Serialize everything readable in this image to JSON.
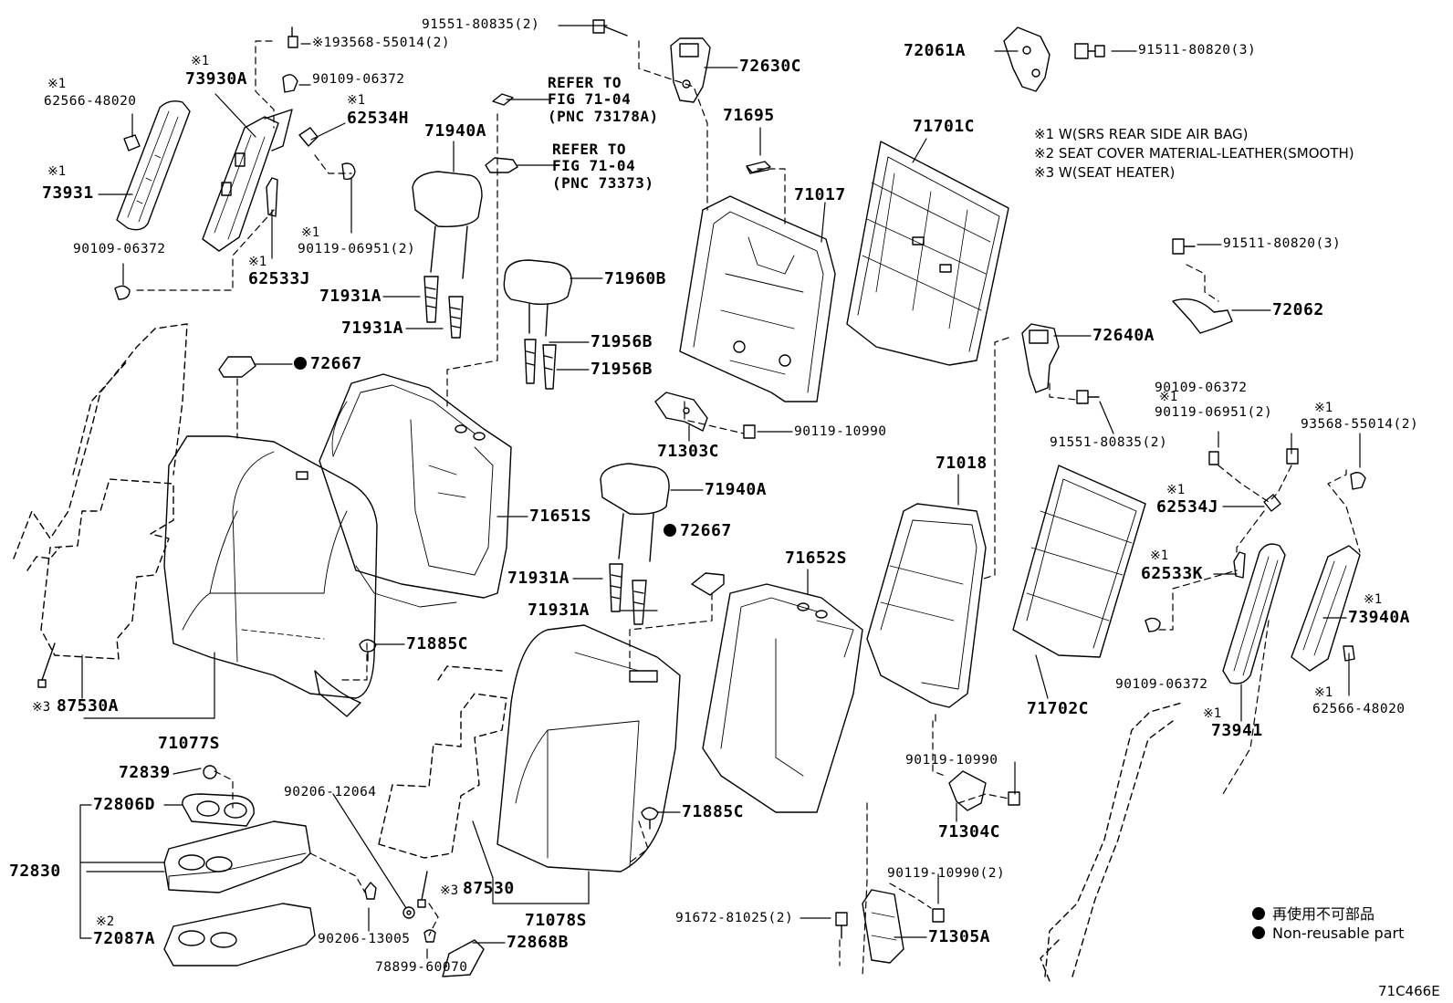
{
  "notes": [
    "※1 W(SRS REAR SIDE AIR BAG)",
    "※2 SEAT COVER MATERIAL-LEATHER(SMOOTH)",
    "※3 W(SEAT HEATER)"
  ],
  "legend": {
    "jp": "再使用不可部品",
    "en": "Non-reusable part"
  },
  "figure_code": "71C466E",
  "refs": {
    "r1": [
      "REFER TO",
      "FIG 71-04",
      "(PNC 73178A)"
    ],
    "r2": [
      "REFER TO",
      "FIG 71-04",
      "(PNC 73373)"
    ]
  },
  "parts": {
    "p91551_top": "91551-80835(2)",
    "p72630C": "72630C",
    "p72061A": "72061A",
    "p91511_top": "91511-80820(3)",
    "p93568_left": "※193568-55014(2)",
    "n73930A": "※1",
    "p73930A": "73930A",
    "p90109_a": "90109-06372",
    "n62534H": "※1",
    "p62534H": "62534H",
    "n62566_l": "※1",
    "p62566_l": "62566-48020",
    "n73931": "※1",
    "p73931": "73931",
    "n90119_l": "※1",
    "p90119_l": "90119-06951(2)",
    "p90109_b": "90109-06372",
    "n62533J": "※1",
    "p62533J": "62533J",
    "p71940A_1": "71940A",
    "p71695": "71695",
    "p71701C": "71701C",
    "p71017": "71017",
    "p91511_mid": "91511-80820(3)",
    "p72062": "72062",
    "p71960B": "71960B",
    "p71931A_1": "71931A",
    "p71931A_2": "71931A",
    "p71956B_1": "71956B",
    "p71956B_2": "71956B",
    "p72667_1": "72667",
    "p72640A": "72640A",
    "p90119_10990_a": "90119-10990",
    "p71303C": "71303C",
    "p91551_mid": "91551-80835(2)",
    "n90119_r": "※1",
    "p90119_r": "90119-06951(2)",
    "p90109_c": "90109-06372",
    "n93568_r": "※1",
    "p93568_r": "93568-55014(2)",
    "p71018": "71018",
    "p71940A_2": "71940A",
    "p71651S": "71651S",
    "p72667_2": "72667",
    "n62534J": "※1",
    "p62534J": "62534J",
    "p71652S": "71652S",
    "p71931A_3": "71931A",
    "p71931A_4": "71931A",
    "n62533K": "※1",
    "p62533K": "62533K",
    "n73940A": "※1",
    "p73940A": "73940A",
    "p71885C_1": "71885C",
    "p90109_d": "90109-06372",
    "n62566_r": "※1",
    "p62566_r": "62566-48020",
    "n87530A": "※3",
    "p87530A": "87530A",
    "p71702C": "71702C",
    "n73941": "※1",
    "p73941": "73941",
    "p71077S": "71077S",
    "p72839": "72839",
    "p90119_10990_b": "90119-10990",
    "p90206_12064": "90206-12064",
    "p72806D": "72806D",
    "p71885C_2": "71885C",
    "p71304C": "71304C",
    "p72830": "72830",
    "n87530": "※3",
    "p87530": "87530",
    "p90119_10990_c": "90119-10990(2)",
    "n72087A": "※2",
    "p72087A": "72087A",
    "p71078S": "71078S",
    "p90206_13005": "90206-13005",
    "p72868B": "72868B",
    "p91672": "91672-81025(2)",
    "p71305A": "71305A",
    "p78899": "78899-60070"
  }
}
